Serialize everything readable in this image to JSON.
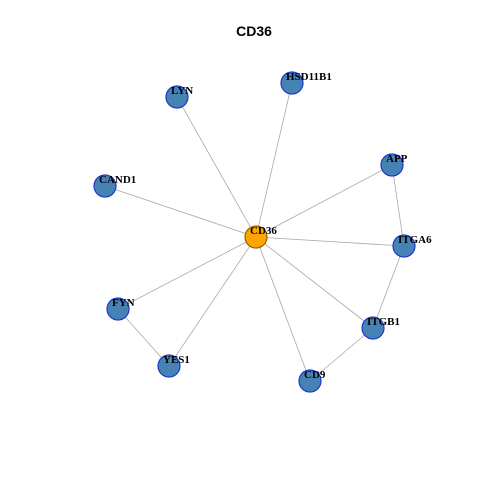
{
  "title": "CD36",
  "colors": {
    "hub_fill": "#FFA500",
    "hub_stroke": "#8B6508",
    "node_fill": "#4682B4",
    "node_stroke": "#1E3AC8",
    "edge": "#A9A9A9"
  },
  "graph": {
    "hub": "CD36",
    "nodes": [
      "CD36",
      "HSD11B1",
      "LYN",
      "APP",
      "CAND1",
      "ITGA6",
      "FYN",
      "ITGB1",
      "YES1",
      "CD9"
    ],
    "edges": [
      [
        "CD36",
        "HSD11B1"
      ],
      [
        "CD36",
        "LYN"
      ],
      [
        "CD36",
        "APP"
      ],
      [
        "CD36",
        "CAND1"
      ],
      [
        "CD36",
        "ITGA6"
      ],
      [
        "CD36",
        "FYN"
      ],
      [
        "CD36",
        "ITGB1"
      ],
      [
        "CD36",
        "YES1"
      ],
      [
        "CD36",
        "CD9"
      ],
      [
        "APP",
        "ITGA6"
      ],
      [
        "ITGA6",
        "ITGB1"
      ],
      [
        "ITGB1",
        "CD9"
      ],
      [
        "FYN",
        "YES1"
      ]
    ]
  }
}
